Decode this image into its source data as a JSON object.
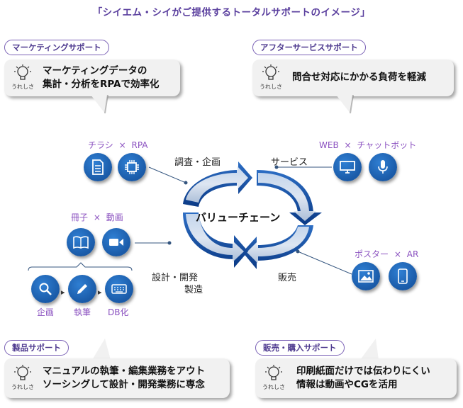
{
  "title": "「シイエム・シイがご提供するトータルサポートのイメージ」",
  "center_label": "バリューチェーン",
  "bulb_caption": "うれしさ",
  "panels": {
    "marketing": {
      "tag": "マーケティングサポート",
      "lines": [
        "マーケティングデータの",
        "集計・分析をRPAで効率化"
      ]
    },
    "after": {
      "tag": "アフターサービスサポート",
      "lines": [
        "問合せ対応にかかる負荷を軽減"
      ]
    },
    "product": {
      "tag": "製品サポート",
      "lines": [
        "マニュアルの執筆・編集業務をアウト",
        "ソーシングして設計・開発業務に専念"
      ]
    },
    "sales": {
      "tag": "販売・購入サポート",
      "lines": [
        "印刷紙面だけでは伝わりにくい",
        "情報は動画やCGを活用"
      ]
    }
  },
  "stages": {
    "planning": "調査・企画",
    "service": "サービス",
    "design": "設計・開発",
    "manufacturing": "製造",
    "sales": "販売"
  },
  "groups": {
    "flyer": {
      "a": "チラシ",
      "x": "×",
      "b": "RPA"
    },
    "web": {
      "a": "WEB",
      "x": "×",
      "b": "チャットボット"
    },
    "booklet": {
      "a": "冊子",
      "x": "×",
      "b": "動画"
    },
    "poster": {
      "a": "ポスター",
      "x": "×",
      "b": "AR"
    }
  },
  "steps": [
    "企画",
    "執筆",
    "DB化"
  ],
  "colors": {
    "accent": "#7b62b6",
    "icon_blue": "#1f64b4",
    "label_purple": "#8b52c0"
  }
}
